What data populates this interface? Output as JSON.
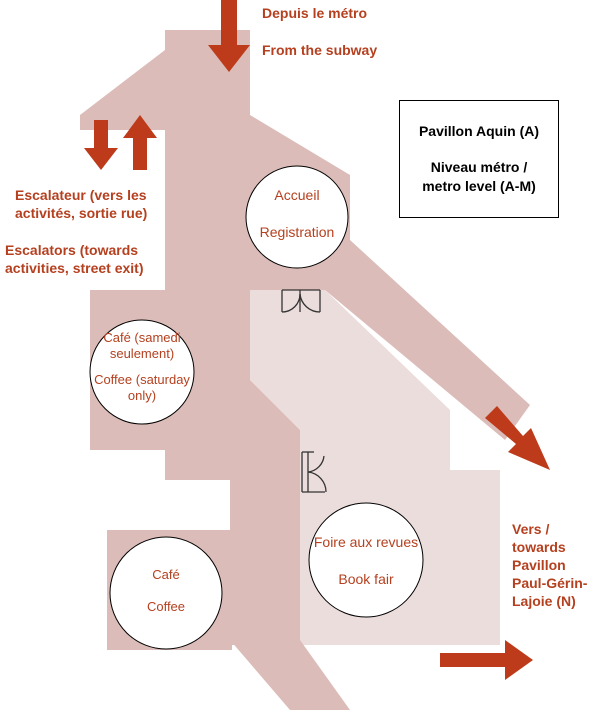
{
  "labels": {
    "subway_fr": "Depuis le métro",
    "subway_en": "From the subway",
    "escalator_fr_1": "Escalateur (vers les",
    "escalator_fr_2": "activités, sortie rue)",
    "escalator_en_1": "Escalators (towards",
    "escalator_en_2": "activities, street exit)",
    "towards_1": "Vers /",
    "towards_2": "towards",
    "towards_3": "Pavillon",
    "towards_4": "Paul-Gérin-",
    "towards_5": "Lajoie (N)"
  },
  "infobox": {
    "title": "Pavillon Aquin (A)",
    "level_1": "Niveau métro /",
    "level_2": "metro level (A-M)"
  },
  "points": {
    "registration": {
      "fr": "Accueil",
      "en": "Registration"
    },
    "coffee_sat": {
      "fr_1": "Café (samedi",
      "fr_2": "seulement)",
      "en_1": "Coffee (saturday",
      "en_2": "only)"
    },
    "coffee": {
      "fr": "Café",
      "en": "Coffee"
    },
    "book_fair": {
      "fr": "Foire aux revues",
      "en": "Book fair"
    }
  },
  "colors": {
    "corridor": "#dbbcb8",
    "room": "#ebdddb",
    "arrow": "#bd3b1b",
    "text": "#b5401f"
  }
}
